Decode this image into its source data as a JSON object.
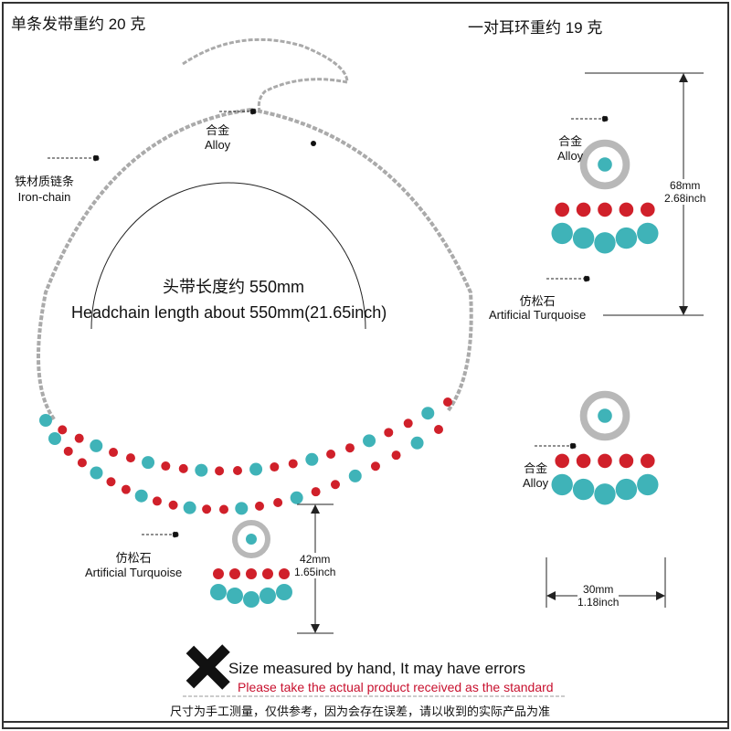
{
  "headchain_weight": "单条发带重约 20 克",
  "earring_weight": "一对耳环重约 19 克",
  "labels": {
    "alloy_cn": "合金",
    "alloy_en": "Alloy",
    "iron_cn": "铁材质链条",
    "iron_en": "Iron-chain",
    "turquoise_cn": "仿松石",
    "turquoise_en": "Artificial Turquoise"
  },
  "headchain_length_cn": "头带长度约 550mm",
  "headchain_length_en": "Headchain length about 550mm(21.65inch)",
  "pendant_mm": "42mm",
  "pendant_inch": "1.65inch",
  "earring_height_mm": "68mm",
  "earring_height_inch": "2.68inch",
  "earring_width_mm": "30mm",
  "earring_width_inch": "1.18inch",
  "disclaimer": {
    "line1": "Size measured by hand, It may have errors",
    "line2": "Please take the actual product received as the standard",
    "line3": "尺寸为手工测量，仅供参考，因为会存在误差，请以收到的实际产品为准"
  },
  "colors": {
    "turquoise": "#3fb3b8",
    "red": "#d0202a",
    "silver": "#b8b8b8"
  }
}
